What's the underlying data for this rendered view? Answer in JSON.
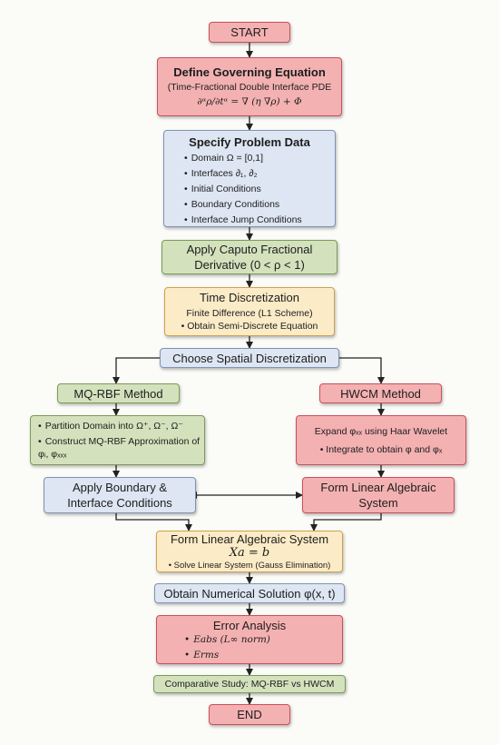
{
  "start": "START",
  "governing": {
    "title": "Define Governing Equation",
    "subtitle": "(Time-Fractional Double Interface PDE",
    "equation": "∂ᵅρ/∂tᵅ = ∇ (η ∇ρ) + Φ"
  },
  "problem": {
    "title": "Specify Problem Data",
    "items": [
      "Domain Ω = [0,1]",
      "Interfaces ∂₁, ∂₂",
      "Initial Conditions",
      "Boundary Conditions",
      "Interface Jump Conditions"
    ]
  },
  "caputo": {
    "line1": "Apply Caputo Fractional",
    "line2": "Derivative (0 < ρ < 1)"
  },
  "time": {
    "title": "Time Discretization",
    "line1": "Finite Difference (L1 Scheme)",
    "line2": "• Obtain Semi-Discrete Equation"
  },
  "spatial": "Choose Spatial Discretization",
  "mq": {
    "title": "MQ-RBF Method",
    "items": [
      "Partition Domain into Ω⁺, Ω⁻, Ω⁻",
      "Construct MQ-RBF Approximation of φᵢ, φₓₓₓ"
    ],
    "apply_line1": "Apply Boundary &",
    "apply_line2": "Interface Conditions"
  },
  "hwcm": {
    "title": "HWCM Method",
    "line1": "Expand φₓₓ using Haar Wavelet",
    "line2": "• Integrate to obtain φ and φₓ",
    "form_line1": "Form Linear Algebraic",
    "form_line2": "System"
  },
  "linear": {
    "title": "Form Linear Algebraic System",
    "equation": "Xa = b",
    "item": "• Solve Linear System (Gauss Elimination)"
  },
  "numerical": "Obtain Numerical Solution φ(x, t)",
  "error": {
    "title": "Error Analysis",
    "items": [
      "Eabs (L∞ norm)",
      "Erms"
    ]
  },
  "comparative": "Comparative Study: MQ-RBF vs HWCM",
  "end": "END"
}
